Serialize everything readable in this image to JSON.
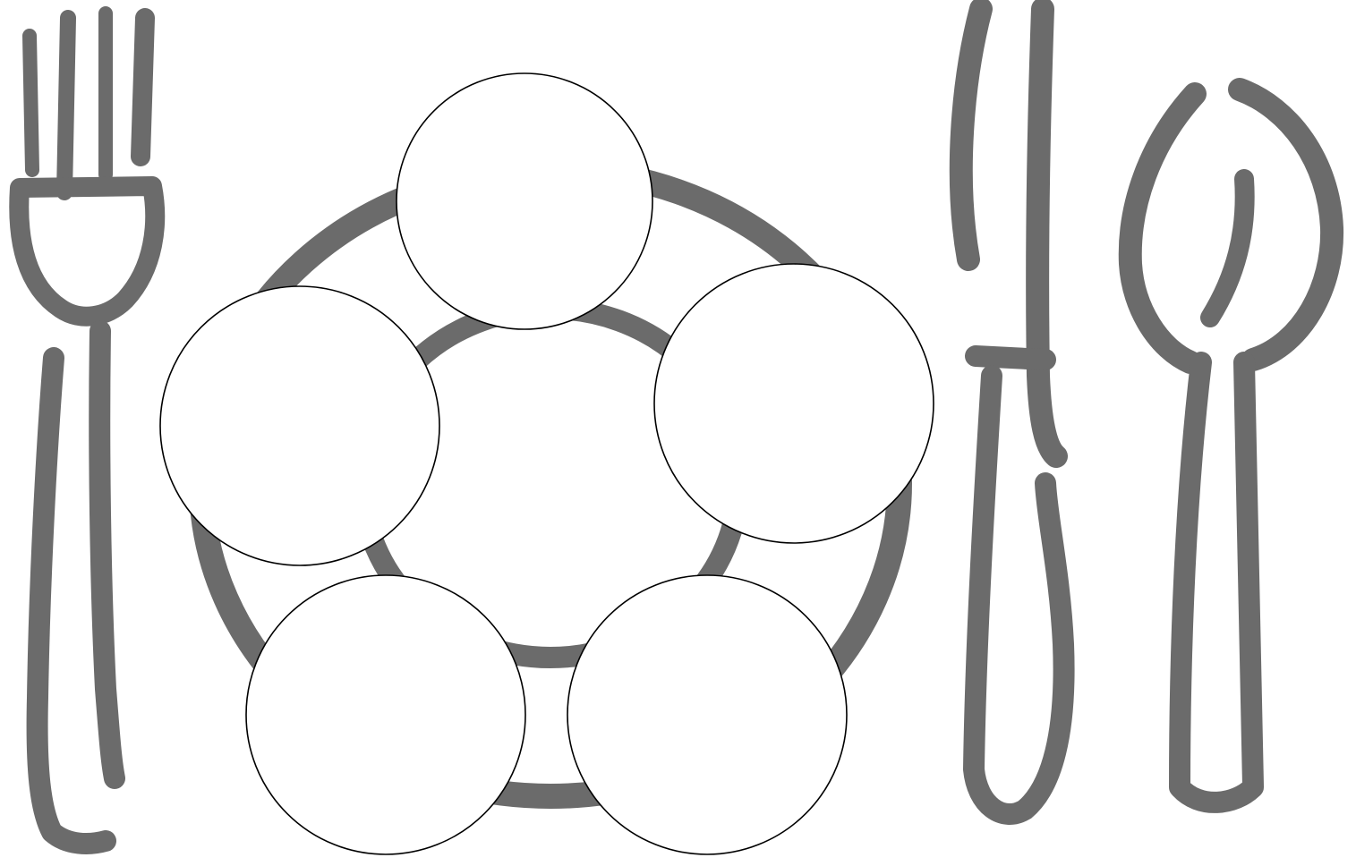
{
  "title": "",
  "colors": {
    "utensil": "#6b6b6b",
    "circle_fill": "#ffffff",
    "circle_stroke": "#000000",
    "background": "#ffffff",
    "title": "#000000"
  },
  "icons": [
    "fork-icon",
    "plate-icon",
    "knife-icon",
    "spoon-icon"
  ],
  "circles": [
    {
      "name": "top",
      "label": ""
    },
    {
      "name": "right",
      "label": ""
    },
    {
      "name": "bottom-right",
      "label": ""
    },
    {
      "name": "bottom-left",
      "label": ""
    },
    {
      "name": "left",
      "label": ""
    }
  ]
}
